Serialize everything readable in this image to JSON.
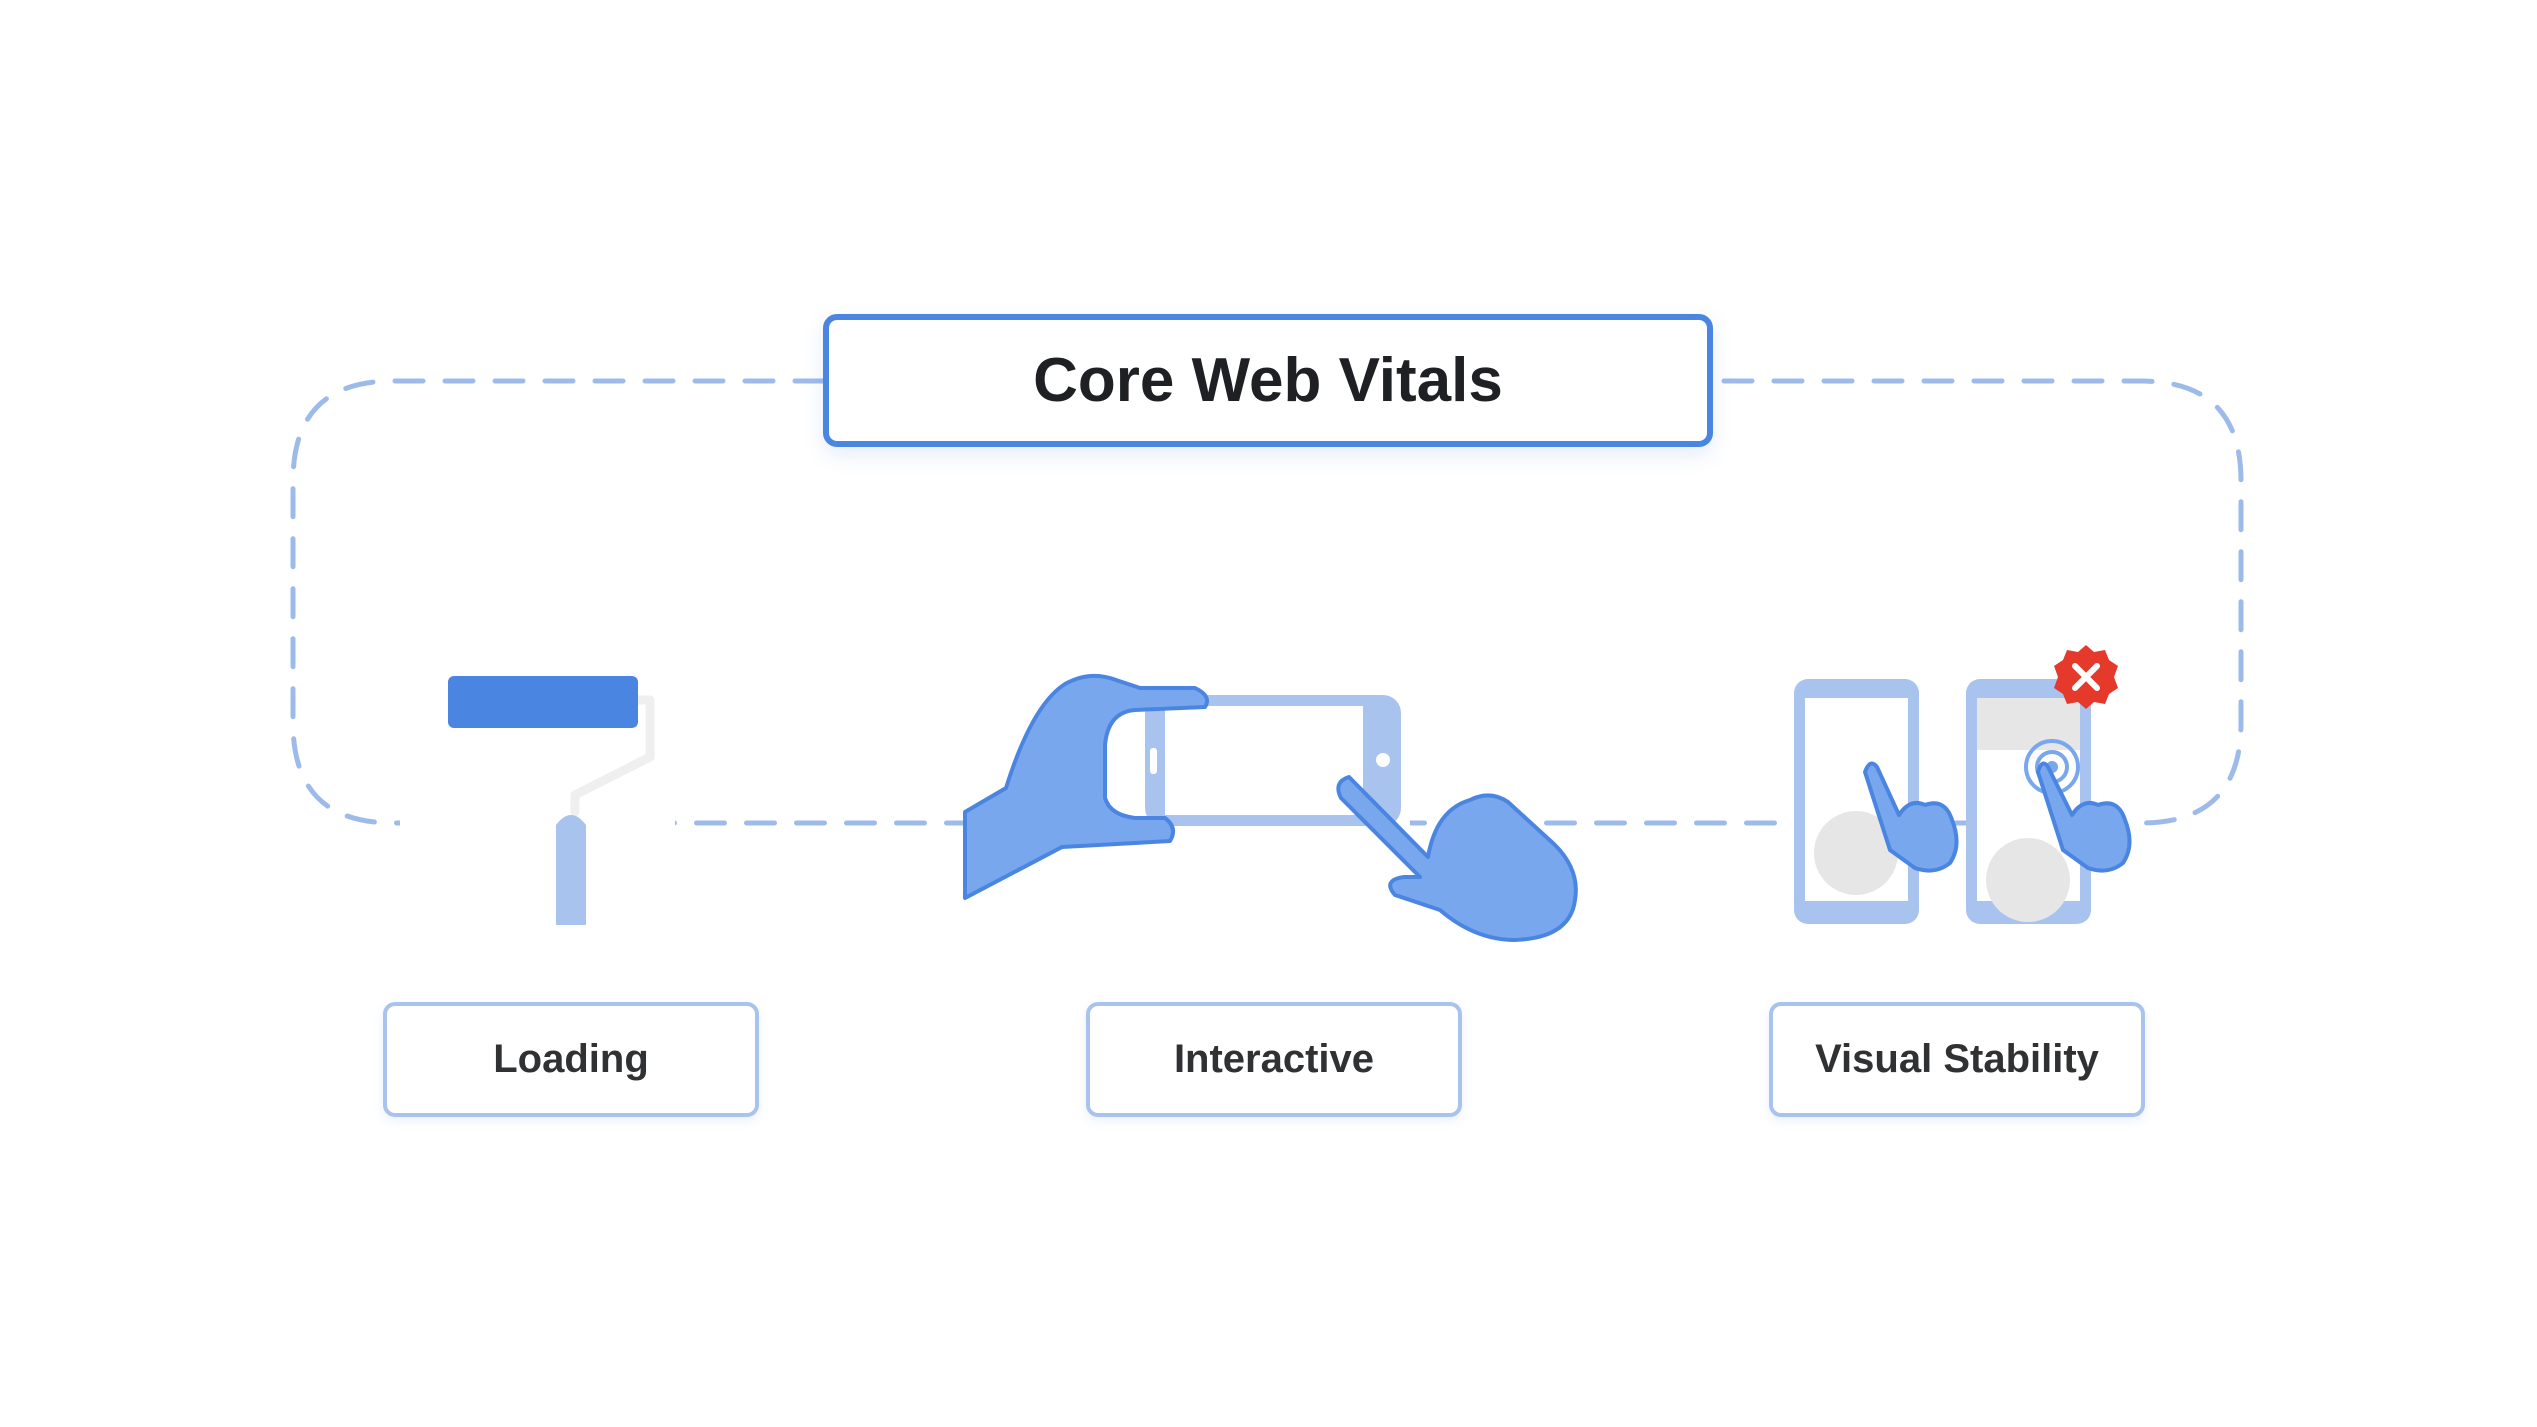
{
  "diagram": {
    "title": "Core Web Vitals",
    "categories": [
      {
        "label": "Loading",
        "icon": "paint-roller-icon"
      },
      {
        "label": "Interactive",
        "icon": "hand-tapping-phone-icon"
      },
      {
        "label": "Visual Stability",
        "icon": "layout-shift-phones-icon"
      }
    ]
  },
  "colors": {
    "primary_blue": "#4a86e1",
    "light_blue": "#79a7ee",
    "pale_blue": "#a9c3ef",
    "dash_blue": "#9dbbea",
    "error_red": "#e5392b",
    "gray": "#e6e6e6",
    "text": "#2f3133"
  }
}
